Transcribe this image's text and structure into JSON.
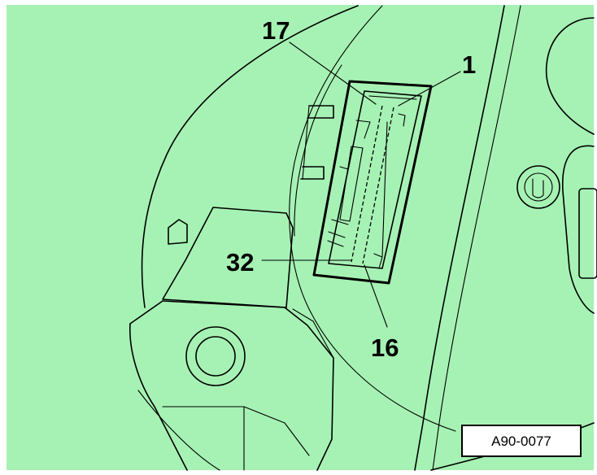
{
  "colors": {
    "background": "#a6f2b4",
    "ink": "#000000",
    "frame": "#ffffff"
  },
  "callouts": {
    "pin_17": "17",
    "pin_1": "1",
    "pin_32": "32",
    "pin_16": "16"
  },
  "reference_code": "A90-0077"
}
